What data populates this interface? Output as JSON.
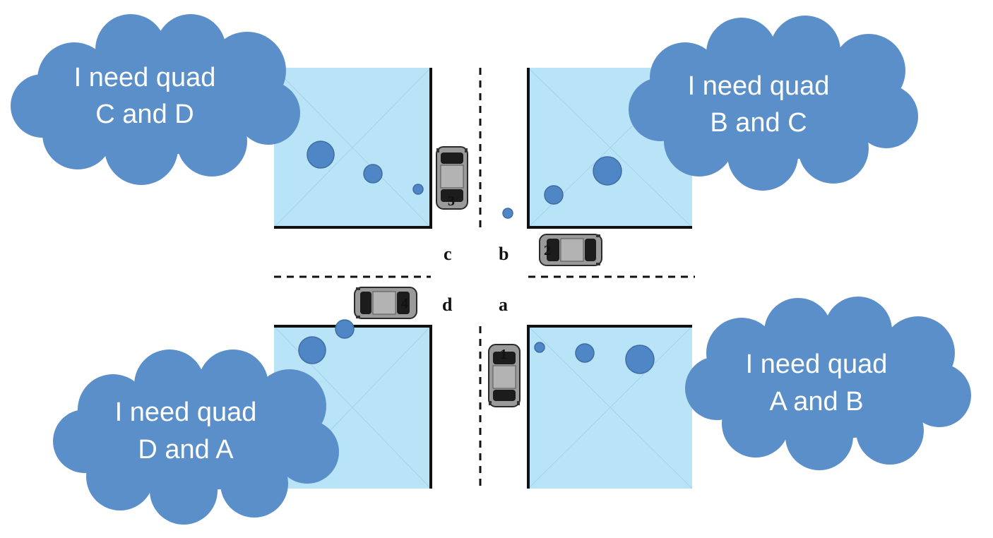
{
  "diagram": {
    "quadrant_labels": {
      "a": "a",
      "b": "b",
      "c": "c",
      "d": "d"
    },
    "cars": [
      {
        "number": "1"
      },
      {
        "number": "2"
      },
      {
        "number": "3"
      },
      {
        "number": "4"
      }
    ],
    "clouds": [
      {
        "line1": "I need quad",
        "line2": "C and D"
      },
      {
        "line1": "I need quad",
        "line2": "B and C"
      },
      {
        "line1": "I need quad",
        "line2": "D and A"
      },
      {
        "line1": "I need quad",
        "line2": "A and B"
      }
    ],
    "colors": {
      "block_fill": "#b9e3f6",
      "cloud_fill": "#5b8fc9",
      "cloud_stroke": "#3f6ea3",
      "dot_fill": "#4f86c6",
      "car_body": "#9a9a9a",
      "car_dark": "#1c1c1c"
    }
  }
}
